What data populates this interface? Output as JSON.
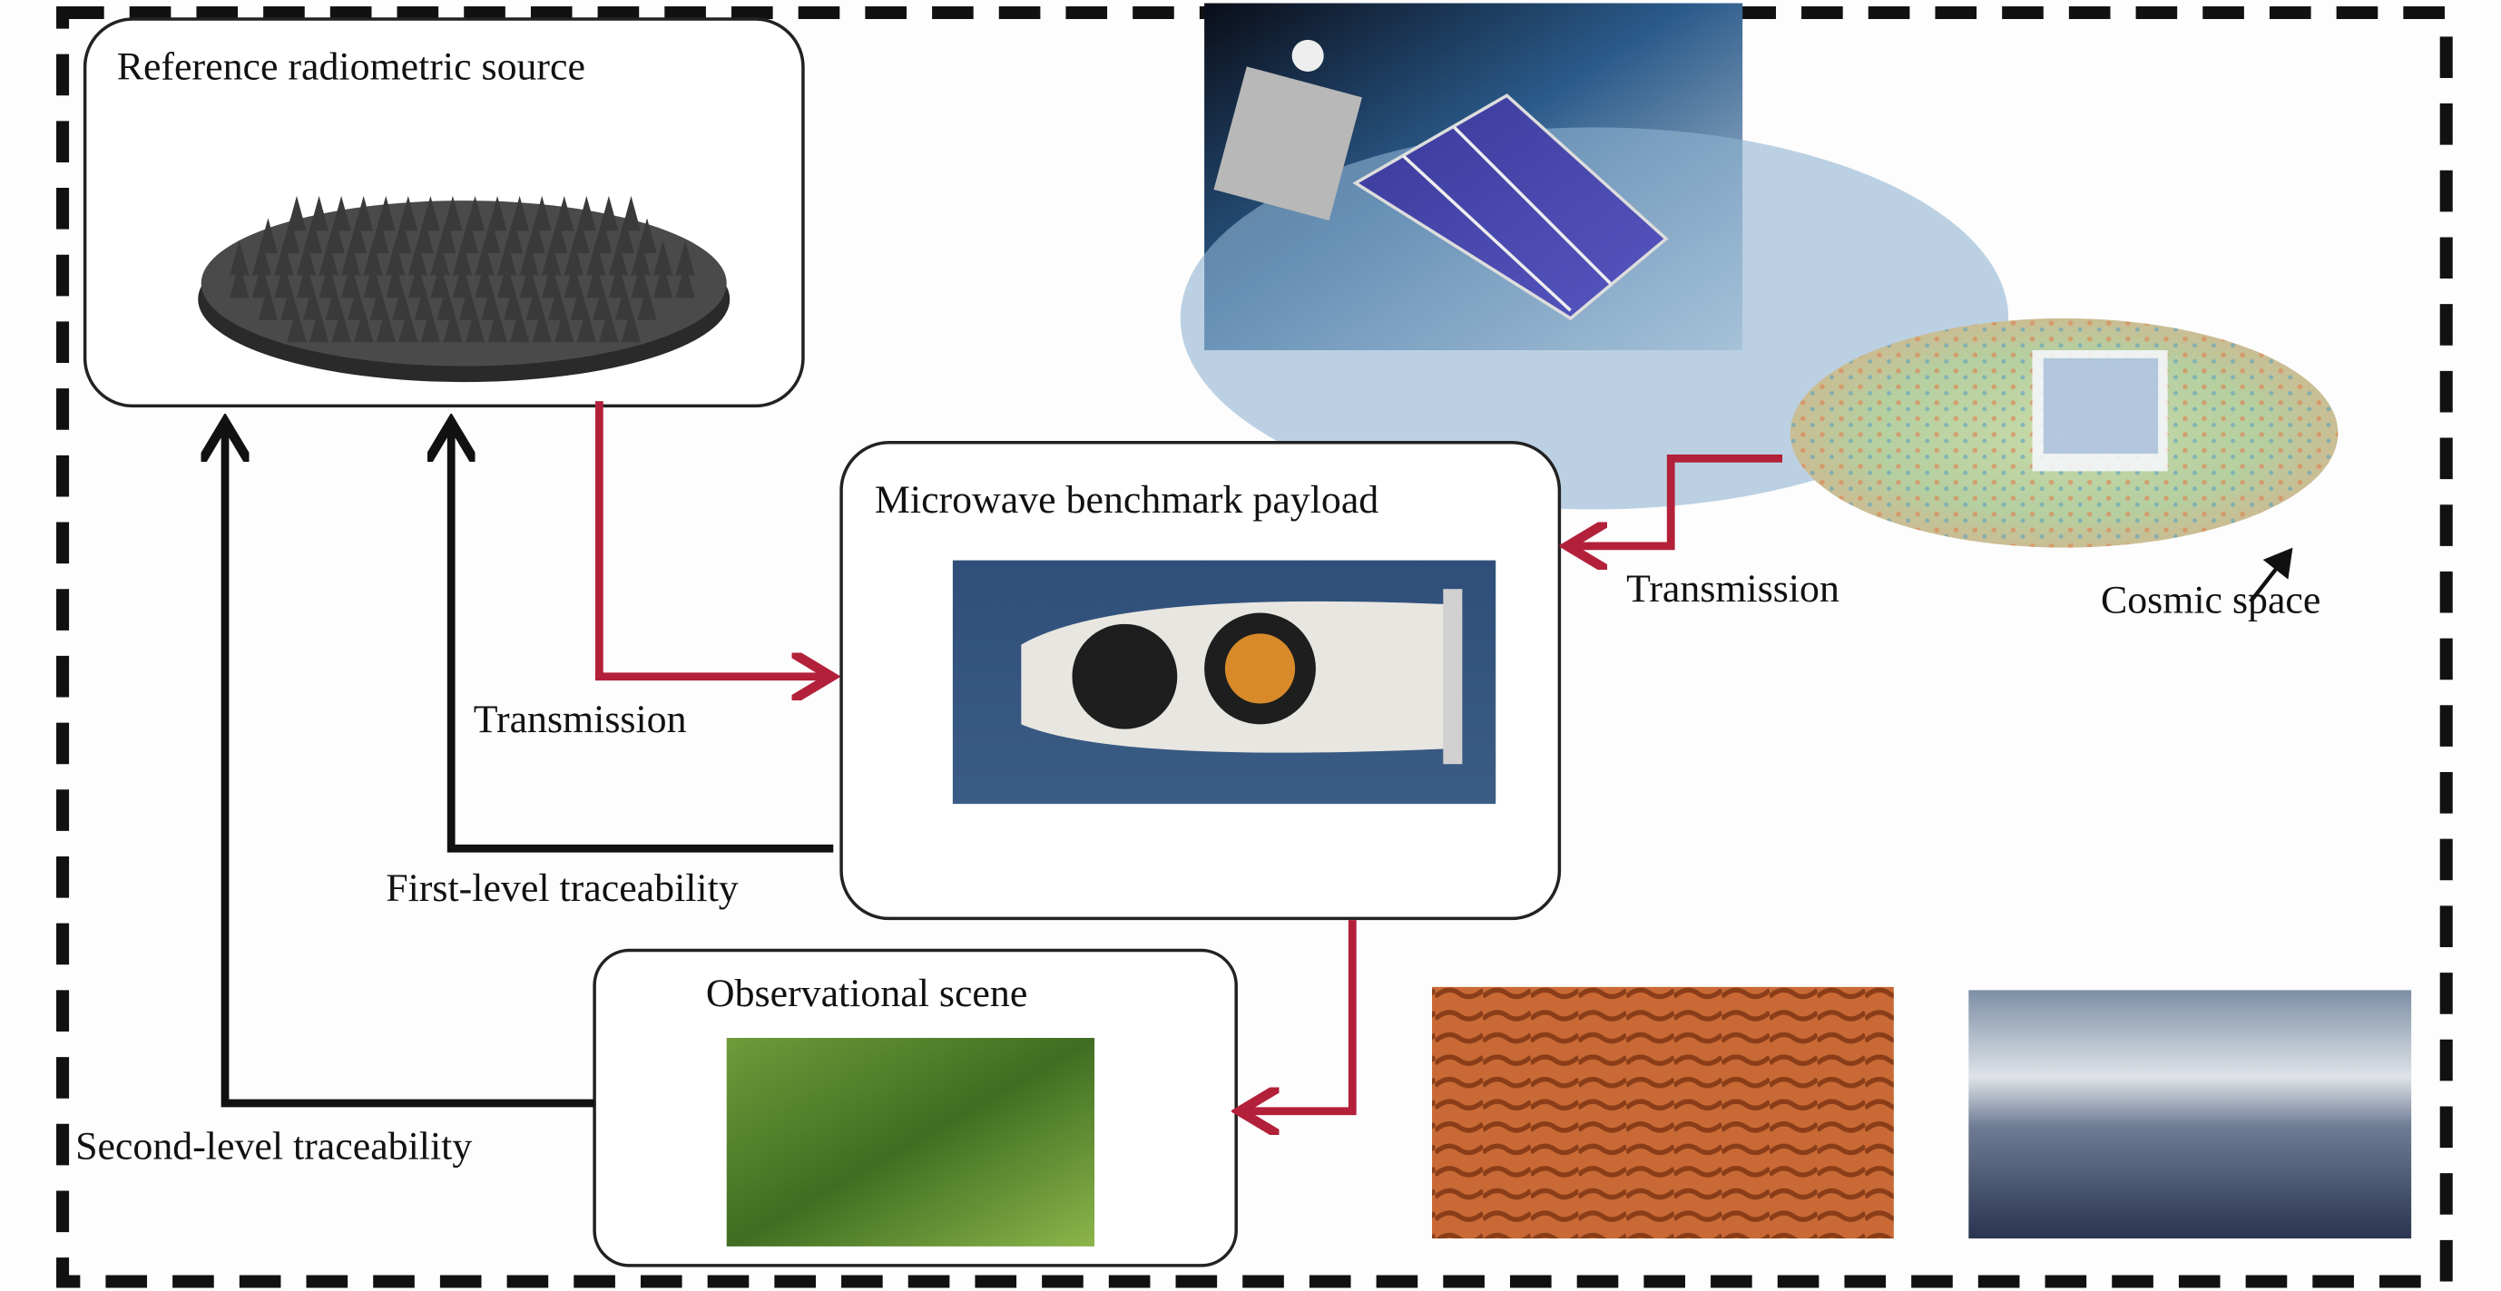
{
  "boxes": {
    "reference": "Reference radiometric source",
    "payload": "Microwave benchmark payload",
    "scene": "Observational scene"
  },
  "labels": {
    "transmission_left": "Transmission",
    "transmission_right": "Transmission",
    "first_level": "First-level traceability",
    "second_level": "Second-level traceability",
    "cosmic": "Cosmic space"
  },
  "colors": {
    "transmission_arrow": "#b3203a",
    "traceability_arrow": "#111111",
    "border": "#111111"
  }
}
